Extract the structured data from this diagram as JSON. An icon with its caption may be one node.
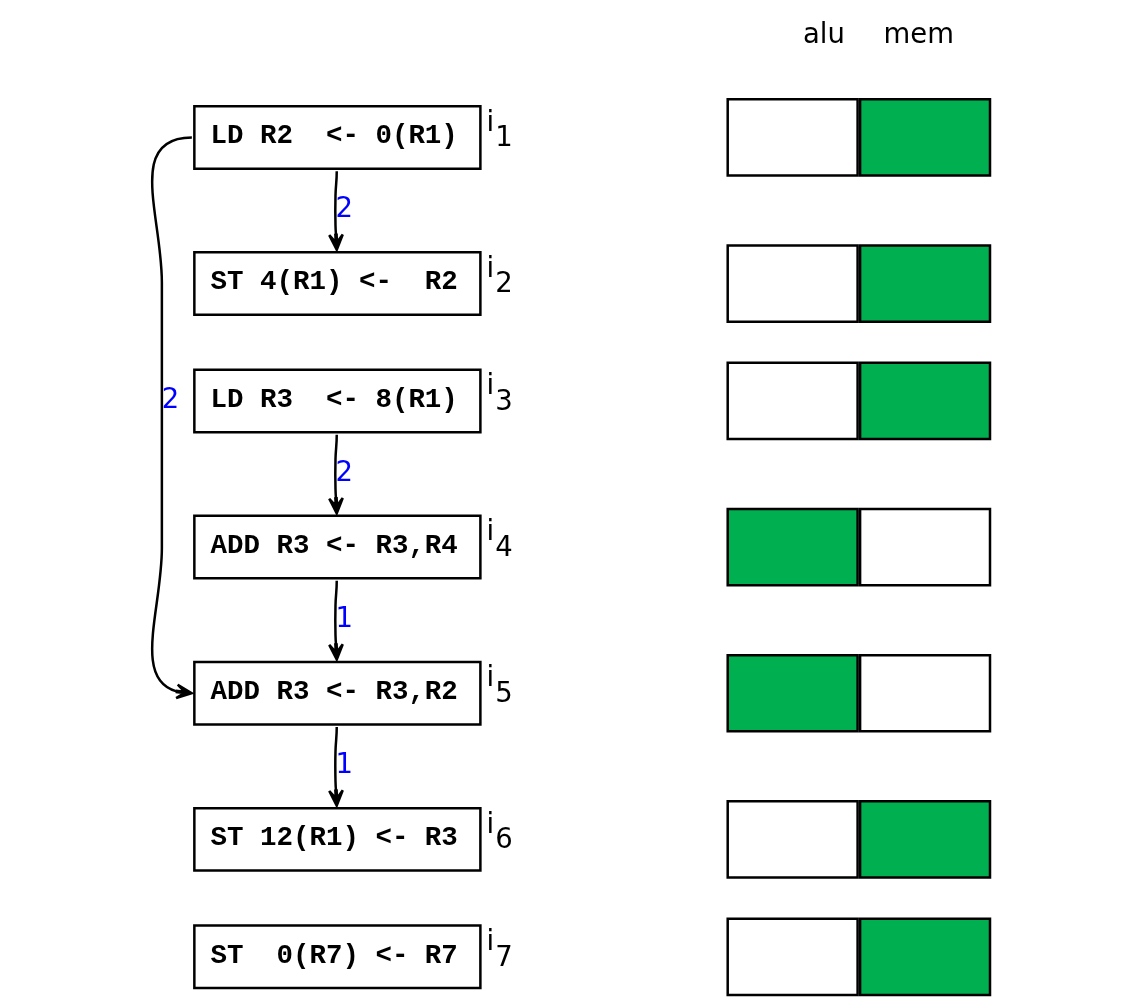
{
  "diagram": {
    "nodes": [
      {
        "text": [
          "LD R2  <- 0(R1)"
        ],
        "beside": [
          "i$_{1}$"
        ]
      },
      {
        "text": [
          "ST 4(R1) <-  R2"
        ],
        "beside": [
          "i$_{2}$"
        ]
      },
      {
        "text": [
          "LD R3  <- 8(R1)"
        ],
        "beside": [
          "i$_{3}$"
        ]
      },
      {
        "text": [
          "ADD R3 <- R3,R4"
        ],
        "beside": [
          "i$_{4}$"
        ]
      },
      {
        "text": [
          "ADD R3 <- R3,R2"
        ],
        "beside": [
          "i$_{5}$"
        ]
      },
      {
        "text": [
          "ST 12(R1) <- R3"
        ],
        "beside": [
          "i$_{6}$"
        ]
      },
      {
        "text": [
          "ST  0(R7) <- R7"
        ],
        "beside": [
          "i$_{7}$"
        ]
      },
      {
        "text": [],
        "shape": "box"
      },
      {
        "text": [],
        "shape": "box"
      },
      {
        "text": [],
        "shape": "box"
      },
      {
        "text": [],
        "shape": "box"
      },
      {
        "text": [],
        "shape": "box"
      },
      {
        "text": [],
        "shape": "box"
      },
      {
        "text": [],
        "shape": "box"
      },
      {
        "text": [],
        "shape": "box"
      },
      {
        "text": [],
        "shape": "box"
      },
      {
        "text": [],
        "shape": "box"
      },
      {
        "text": [],
        "shape": "box"
      },
      {
        "text": [],
        "shape": "box"
      },
      {
        "text": [],
        "shape": "box"
      },
      {
        "text": [],
        "shape": "box"
      }
    ],
    "edges": [
      {
        "from": 0,
        "to": 1,
        "arrow": "to",
        "label": "2"
      },
      {
        "from": 2,
        "to": 3,
        "arrow": "to",
        "label": "2"
      },
      {
        "from": 3,
        "to": 4,
        "arrow": "to",
        "label": "1"
      },
      {
        "from": 4,
        "to": 5,
        "arrow": "to",
        "label": "1"
      },
      {
        "from": 0,
        "to": 4,
        "arrow": "to",
        "label": "2"
      }
    ],
    "labels": [
      "alu",
      "mem"
    ]
  }
}
